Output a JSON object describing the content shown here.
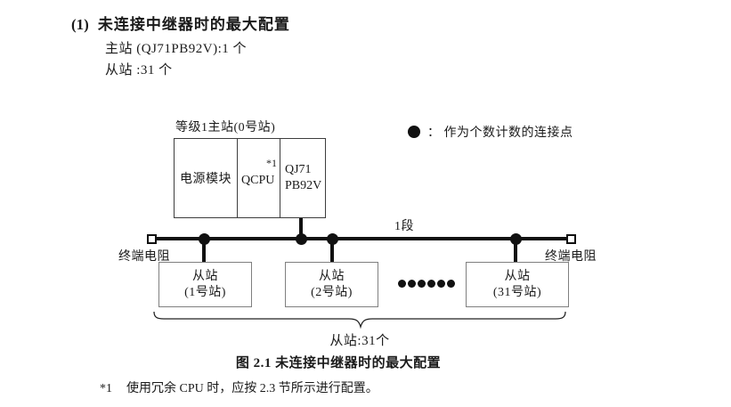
{
  "header": {
    "item_number": "(1)",
    "title": "未连接中继器时的最大配置",
    "master_count_line": "主站 (QJ71PB92V):1 个",
    "slave_count_line": "从站 :31 个"
  },
  "diagram": {
    "master_station_label": "等级1主站(0号站)",
    "master_cells": {
      "power_module": "电源模块",
      "cpu": "QCPU",
      "cpu_note": "*1",
      "pb_line1": "QJ71",
      "pb_line2": "PB92V"
    },
    "legend": {
      "dot_icon": "filled-circle",
      "text": "：  作为个数计数的连接点"
    },
    "segment_label": "1段",
    "terminator_left_label": "终端电阻",
    "terminator_right_label": "终端电阻",
    "slaves": [
      {
        "line1": "从站",
        "line2": "(1号站)"
      },
      {
        "line1": "从站",
        "line2": "(2号站)"
      },
      {
        "line1": "从站",
        "line2": "(31号站)"
      }
    ],
    "ellipsis_between_slaves": "••••••",
    "brace_label": "从站:31个",
    "connection_point_count": 4
  },
  "caption": "图 2.1 未连接中继器时的最大配置",
  "footnote": {
    "marker": "*1",
    "text": "使用冗余 CPU 时，应按 2.3 节所示进行配置。"
  },
  "colors": {
    "background": "#ffffff",
    "line": "#111111",
    "text": "#1a1a1a",
    "slave_box_border": "#808080",
    "master_box_border": "#3d3d3d"
  }
}
